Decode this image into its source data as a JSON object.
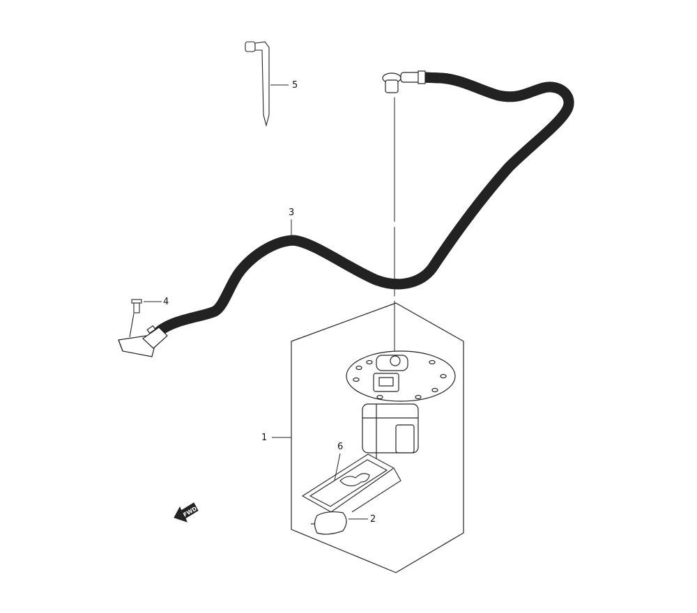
{
  "diagram": {
    "callouts": [
      {
        "number": "1",
        "part": "fuel-pump-assembly"
      },
      {
        "number": "2",
        "part": "float"
      },
      {
        "number": "3",
        "part": "fuel-hose"
      },
      {
        "number": "4",
        "part": "bolt"
      },
      {
        "number": "5",
        "part": "clip-tie"
      },
      {
        "number": "6",
        "part": "filter"
      }
    ],
    "direction_marker": "FWD"
  }
}
